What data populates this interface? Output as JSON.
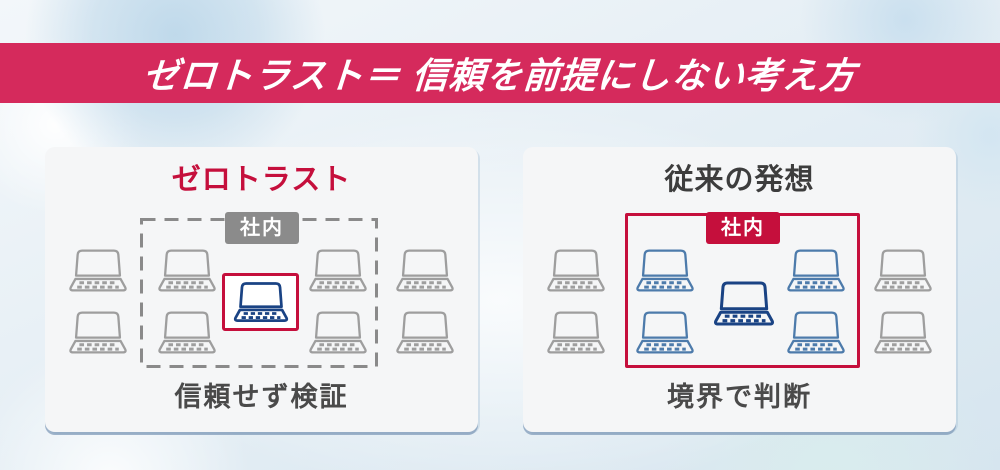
{
  "banner": {
    "title": "ゼロトラスト＝ 信頼を前提にしない考え方"
  },
  "colors": {
    "banner_bg": "#d52a5c",
    "banner_text": "#ffffff",
    "accent_red": "#c50f3c",
    "boundary_gray": "#8a8a8a",
    "badge_gray": "#8b8b8b",
    "laptop_gray": "#9e9e9e",
    "laptop_blue": "#4d7bab",
    "laptop_navy": "#1a4384",
    "title_dark": "#3d3d3d",
    "caption_dark": "#4a4a4a",
    "card_bg": "#f5f6f7"
  },
  "panels": [
    {
      "title": "ゼロトラスト",
      "boundary_label": "社内",
      "boundary_style": "dashed-gray",
      "caption": "信頼せず検証",
      "center_laptop": {
        "color": "navy",
        "boxed": true
      },
      "laptops": [
        {
          "slot": "outer-left-top",
          "color": "gray"
        },
        {
          "slot": "outer-left-bottom",
          "color": "gray"
        },
        {
          "slot": "inner-left-top",
          "color": "gray"
        },
        {
          "slot": "inner-left-bottom",
          "color": "gray"
        },
        {
          "slot": "inner-right-top",
          "color": "gray"
        },
        {
          "slot": "inner-right-bottom",
          "color": "gray"
        },
        {
          "slot": "outer-right-top",
          "color": "gray"
        },
        {
          "slot": "outer-right-bottom",
          "color": "gray"
        }
      ]
    },
    {
      "title": "従来の発想",
      "boundary_label": "社内",
      "boundary_style": "solid-red",
      "caption": "境界で判断",
      "center_laptop": {
        "color": "navy",
        "boxed": false
      },
      "laptops": [
        {
          "slot": "outer-left-top",
          "color": "gray"
        },
        {
          "slot": "outer-left-bottom",
          "color": "gray"
        },
        {
          "slot": "inner-left-top",
          "color": "blue"
        },
        {
          "slot": "inner-left-bottom",
          "color": "blue"
        },
        {
          "slot": "center",
          "color": "navy",
          "thick": true
        },
        {
          "slot": "inner-right-top",
          "color": "blue"
        },
        {
          "slot": "inner-right-bottom",
          "color": "blue"
        },
        {
          "slot": "outer-right-top",
          "color": "gray"
        },
        {
          "slot": "outer-right-bottom",
          "color": "gray"
        }
      ]
    }
  ]
}
